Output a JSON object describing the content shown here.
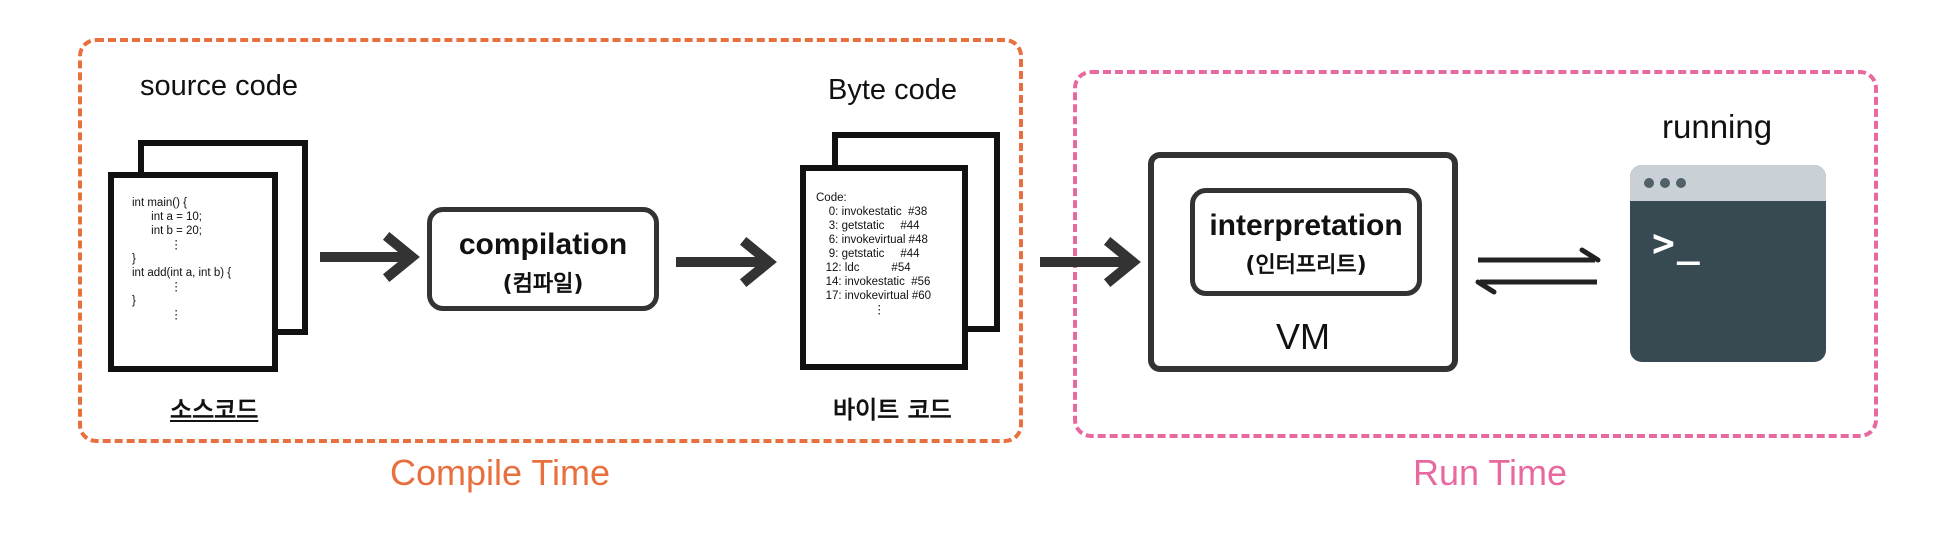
{
  "regions": {
    "compile": {
      "label": "Compile Time",
      "color": "#e8703f"
    },
    "run": {
      "label": "Run Time",
      "color": "#e8699f"
    }
  },
  "source": {
    "heading": "source code",
    "caption": "소스코드",
    "code_lines": [
      "int main() {",
      "      int a = 10;",
      "      int b = 20;",
      "            ⋮",
      "}",
      "int add(int a, int b) {",
      "            ⋮",
      "}",
      "            ⋮"
    ]
  },
  "compilation": {
    "title": "compilation",
    "subtitle": "(컴파일)"
  },
  "bytecode": {
    "heading": "Byte code",
    "caption": "바이트 코드",
    "code_lines": [
      "Code:",
      "    0: invokestatic  #38",
      "    3: getstatic     #44",
      "    6: invokevirtual #48",
      "    9: getstatic     #44",
      "   12: ldc          #54",
      "   14: invokestatic  #56",
      "   17: invokevirtual #60",
      "                  ⋮"
    ]
  },
  "vm": {
    "label": "VM",
    "interpretation": {
      "title": "interpretation",
      "subtitle": "(인터프리트)"
    }
  },
  "running": {
    "heading": "running",
    "icon": "terminal-icon",
    "prompt": ">_"
  },
  "colors": {
    "stroke": "#333333",
    "terminal_body": "#374a52",
    "terminal_bar": "#c9d1d6"
  }
}
